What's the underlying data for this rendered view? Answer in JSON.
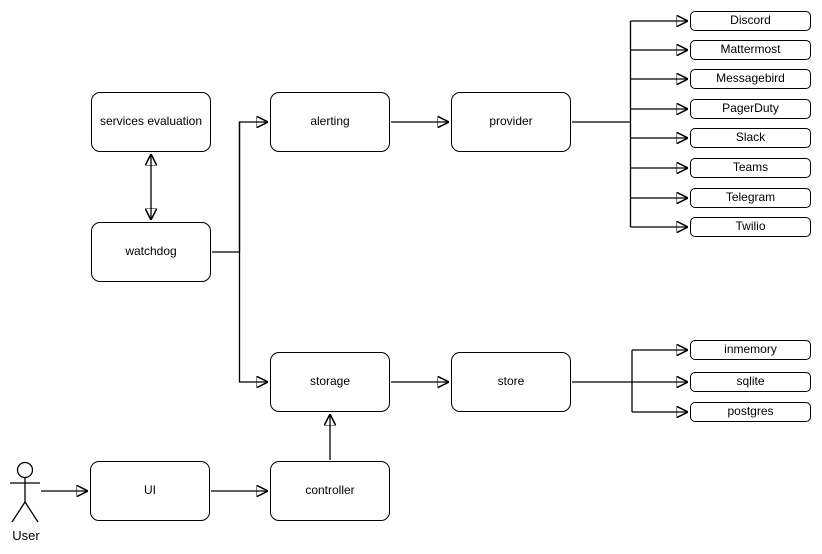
{
  "diagram": {
    "background_color": "#ffffff",
    "stroke_color": "#000000",
    "text_color": "#000000"
  },
  "nodes": {
    "services_evaluation": "services evaluation",
    "watchdog": "watchdog",
    "alerting": "alerting",
    "provider": "provider",
    "storage": "storage",
    "store": "store",
    "ui": "UI",
    "controller": "controller"
  },
  "providers": [
    "Discord",
    "Mattermost",
    "Messagebird",
    "PagerDuty",
    "Slack",
    "Teams",
    "Telegram",
    "Twilio"
  ],
  "stores": [
    "inmemory",
    "sqlite",
    "postgres"
  ],
  "actor": {
    "label": "User"
  },
  "edges": [
    {
      "from": "services evaluation",
      "to": "watchdog",
      "type": "bidirectional"
    },
    {
      "from": "watchdog",
      "to": "alerting",
      "type": "arrow"
    },
    {
      "from": "watchdog",
      "to": "storage",
      "type": "arrow"
    },
    {
      "from": "alerting",
      "to": "provider",
      "type": "arrow"
    },
    {
      "from": "provider",
      "to": "Discord",
      "type": "arrow"
    },
    {
      "from": "provider",
      "to": "Mattermost",
      "type": "arrow"
    },
    {
      "from": "provider",
      "to": "Messagebird",
      "type": "arrow"
    },
    {
      "from": "provider",
      "to": "PagerDuty",
      "type": "arrow"
    },
    {
      "from": "provider",
      "to": "Slack",
      "type": "arrow"
    },
    {
      "from": "provider",
      "to": "Teams",
      "type": "arrow"
    },
    {
      "from": "provider",
      "to": "Telegram",
      "type": "arrow"
    },
    {
      "from": "provider",
      "to": "Twilio",
      "type": "arrow"
    },
    {
      "from": "storage",
      "to": "store",
      "type": "arrow"
    },
    {
      "from": "store",
      "to": "inmemory",
      "type": "arrow"
    },
    {
      "from": "store",
      "to": "sqlite",
      "type": "arrow"
    },
    {
      "from": "store",
      "to": "postgres",
      "type": "arrow"
    },
    {
      "from": "UI",
      "to": "controller",
      "type": "arrow"
    },
    {
      "from": "controller",
      "to": "storage",
      "type": "arrow"
    },
    {
      "from": "User",
      "to": "UI",
      "type": "arrow"
    }
  ]
}
